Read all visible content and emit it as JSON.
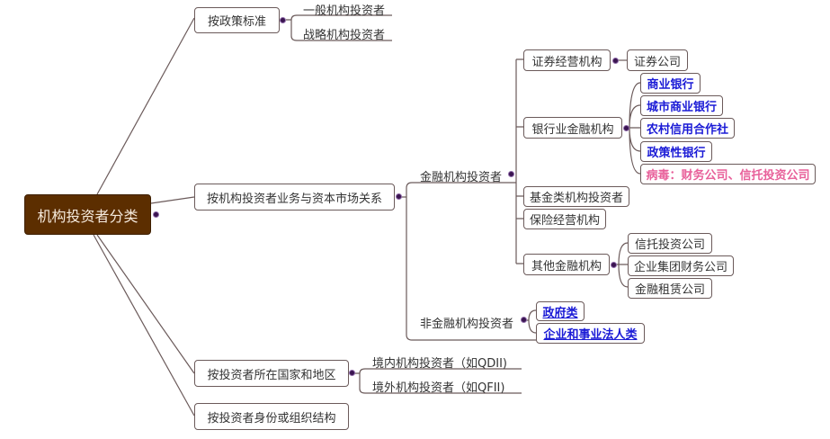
{
  "root": {
    "label": "机构投资者分类"
  },
  "branches": {
    "policy": {
      "label": "按政策标准",
      "children": [
        "一般机构投资者",
        "战略机构投资者"
      ]
    },
    "business": {
      "label": "按机构投资者业务与资本市场关系",
      "financial": {
        "label": "金融机构投资者",
        "securities": {
          "label": "证券经营机构",
          "children": [
            "证券公司"
          ]
        },
        "banking": {
          "label": "银行业金融机构",
          "children": [
            "商业银行",
            "城市商业银行",
            "农村信用合作社",
            "政策性银行"
          ],
          "note": "病毒：财务公司、信托投资公司"
        },
        "fund": {
          "label": "基金类机构投资者"
        },
        "insurance": {
          "label": "保险经营机构"
        },
        "other": {
          "label": "其他金融机构",
          "children": [
            "信托投资公司",
            "企业集团财务公司",
            "金融租赁公司"
          ]
        }
      },
      "non_financial": {
        "label": "非金融机构投资者",
        "children": [
          "政府类",
          "企业和事业法人类"
        ]
      }
    },
    "region": {
      "label": "按投资者所在国家和地区",
      "children": [
        "境内机构投资者（如QDII)",
        "境外机构投资者（如QFII)"
      ]
    },
    "identity": {
      "label": "按投资者身份或组织结构"
    }
  },
  "colors": {
    "root_fill": "#5c2e00",
    "line": "#6b5a5a",
    "highlight_blue": "#1a1ad6",
    "highlight_pink": "#e8609a",
    "collapse_dot": "#3a1450"
  }
}
